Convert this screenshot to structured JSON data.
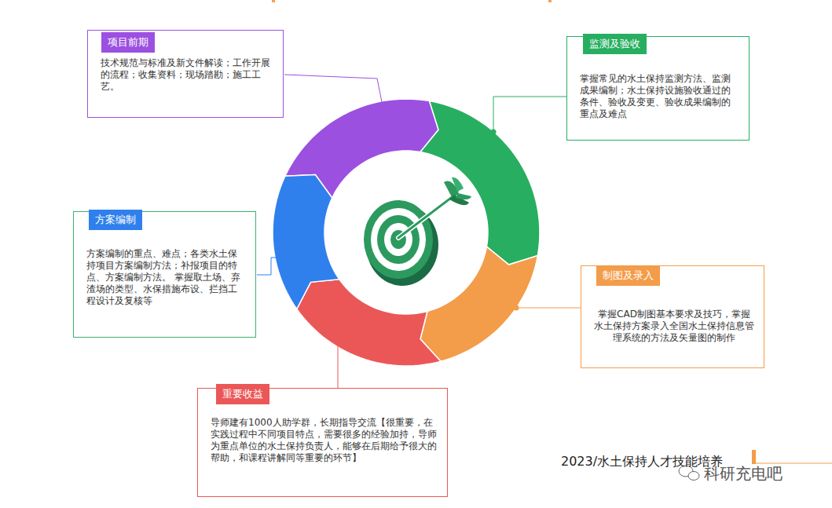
{
  "diagram": {
    "nodes": [
      {
        "text": [
          "项目前期",
          "技术规范与标准及新文件解读；工作开展的流程；收集资料；现场踏勘；施工工艺。"
        ]
      },
      {
        "text": [
          "监测及验收",
          "掌握常见的水土保持监测方法、监测成果编制；水土保持设施验收通过的条件、验收及变更、验收成果编制的重点及难点"
        ]
      },
      {
        "text": [
          "方案编制",
          "方案编制的重点、难点；各类水土保持项目方案编制方法；补报项目的特点、方案编制方法。 掌握取土场、弃渣场的类型、水保措施布设、拦挡工程设计及复核等"
        ]
      },
      {
        "text": [
          "制图及录入",
          "掌握CAD制图基本要求及技巧，掌握水土保持方案录入全国水土保持信息管理系统的方法及矢量图的制作"
        ]
      },
      {
        "text": [
          "重要收益",
          "导师建有1000人助学群，长期指导交流【很重要，在实践过程中不同项目特点，需要很多的经验加持，导师为重点单位的水土保持负责人，能够在后期给予很大的帮助，和课程讲解同等重要的环节】"
        ]
      }
    ],
    "labels": [
      "2023/水土保持人才技能培养",
      "科研充电吧"
    ]
  }
}
